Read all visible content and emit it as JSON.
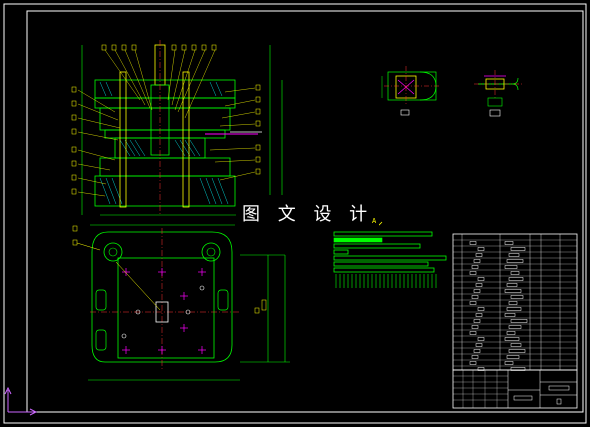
{
  "drawing": {
    "title": "图 文 设 计",
    "section_marker": "A",
    "colors": {
      "background": "#000000",
      "frame": "#ffffff",
      "outline": "#00ff00",
      "dimension": "#00ff00",
      "center_line": "#ff3333",
      "leader": "#ffff00",
      "hatch": "#00cccc",
      "part_fill": "#ffff00",
      "highlight": "#ff00ff",
      "axis": "#cc66ff"
    },
    "views": [
      {
        "id": "front-section",
        "kind": "sectional assembly view"
      },
      {
        "id": "top-view",
        "kind": "plan view"
      },
      {
        "id": "detail-a",
        "kind": "detail view"
      },
      {
        "id": "detail-b",
        "kind": "detail view"
      }
    ],
    "panels": [
      {
        "id": "technical-notes",
        "kind": "text block"
      },
      {
        "id": "parts-list",
        "kind": "bill of materials"
      },
      {
        "id": "title-block",
        "kind": "title block"
      }
    ]
  }
}
